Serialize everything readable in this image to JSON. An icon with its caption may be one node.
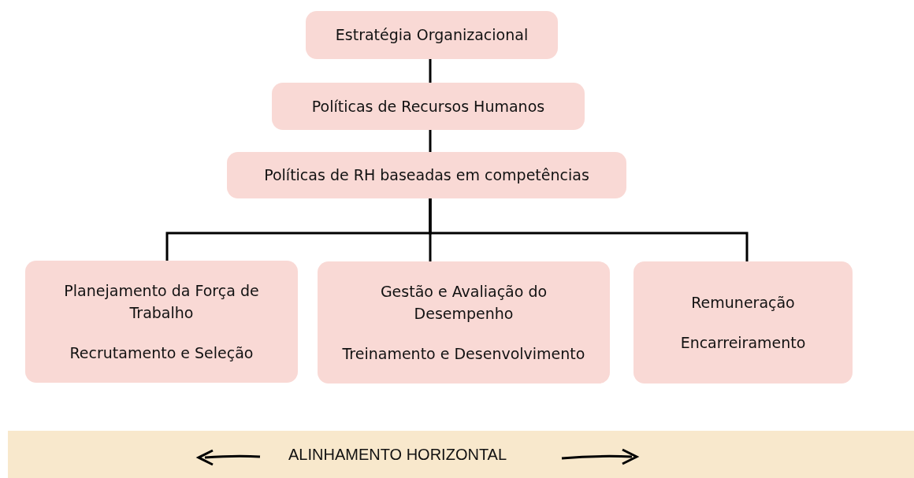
{
  "diagram": {
    "nodes": [
      {
        "text": [
          "Estratégia Organizacional"
        ]
      },
      {
        "text": [
          "Políticas de Recursos Humanos"
        ]
      },
      {
        "text": [
          "Políticas de RH baseadas em competências"
        ]
      },
      {
        "text": [
          "Planejamento da Força de Trabalho",
          "Recrutamento e Seleção"
        ]
      },
      {
        "text": [
          "Gestão e Avaliação do Desempenho",
          "Treinamento e Desenvolvimento"
        ]
      },
      {
        "text": [
          "Remuneração",
          "Encarreiramento"
        ]
      },
      {
        "text": [
          "ALINHAMENTO HORIZONTAL"
        ]
      }
    ],
    "edges": [
      {
        "from": 0,
        "to": 1,
        "arrow": "none"
      },
      {
        "from": 1,
        "to": 2,
        "arrow": "none"
      },
      {
        "from": 2,
        "to": 3,
        "arrow": "none"
      },
      {
        "from": 2,
        "to": 4,
        "arrow": "none"
      },
      {
        "from": 2,
        "to": 5,
        "arrow": "none"
      }
    ]
  }
}
